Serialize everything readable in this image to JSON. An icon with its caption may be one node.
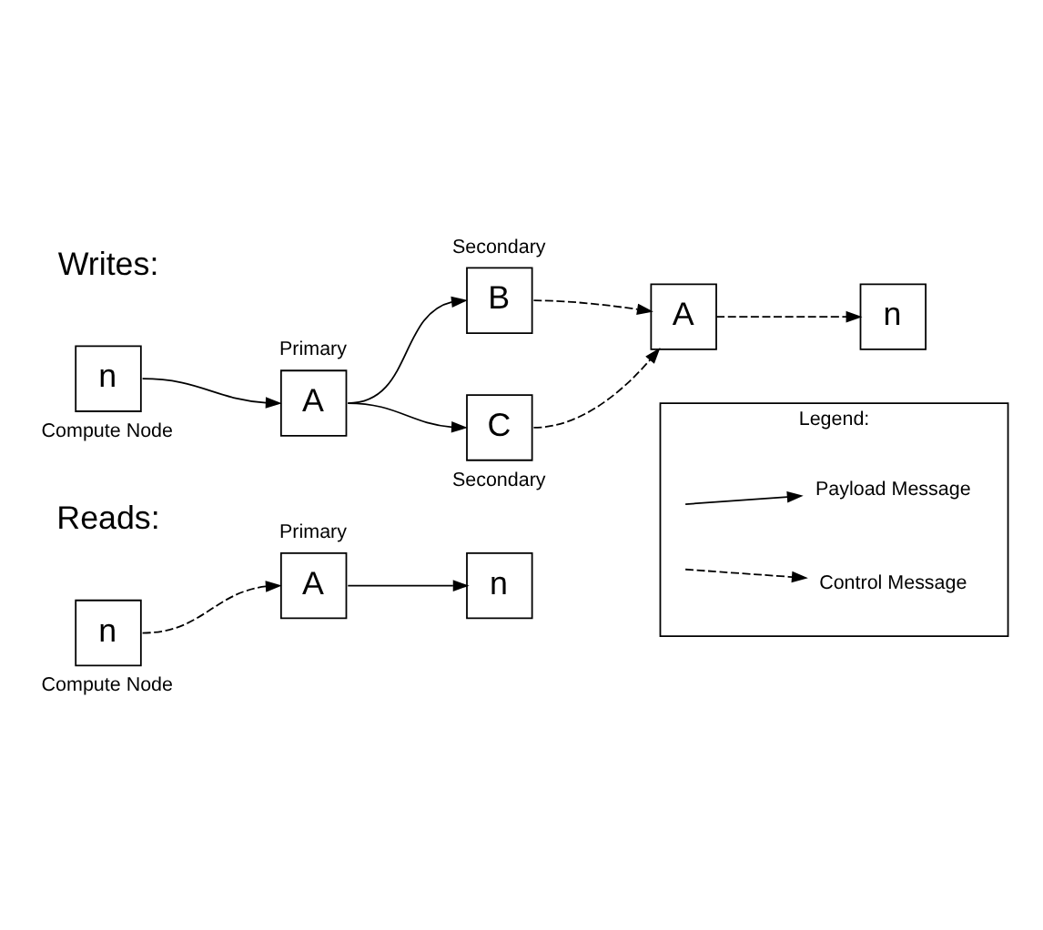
{
  "diagram": {
    "nodes": [
      {
        "text": [
          "n"
        ],
        "beside": [
          "Compute Node"
        ]
      },
      {
        "text": [
          "A"
        ],
        "beside": [
          "Primary"
        ]
      },
      {
        "text": [
          "B"
        ],
        "beside": [
          "Secondary"
        ]
      },
      {
        "text": [
          "C"
        ],
        "beside": [
          "Secondary"
        ]
      },
      {
        "text": [
          "A"
        ]
      },
      {
        "text": [
          "n"
        ]
      },
      {
        "text": [
          "n"
        ],
        "beside": [
          "Compute Node"
        ]
      },
      {
        "text": [
          "A"
        ],
        "beside": [
          "Primary"
        ]
      },
      {
        "text": [
          "n"
        ]
      },
      {
        "text": [
          "Legend:"
        ]
      }
    ],
    "edges": [
      {
        "from": 0,
        "to": 1,
        "arrow": "to"
      },
      {
        "from": 1,
        "to": 2,
        "arrow": "to"
      },
      {
        "from": 1,
        "to": 3,
        "arrow": "to"
      },
      {
        "from": 2,
        "to": 4,
        "arrow": "to",
        "style": "dashed"
      },
      {
        "from": 3,
        "to": 4,
        "arrow": "to",
        "style": "dashed"
      },
      {
        "from": 4,
        "to": 5,
        "arrow": "to",
        "style": "dashed"
      },
      {
        "from": 6,
        "to": 7,
        "arrow": "to",
        "style": "dashed"
      },
      {
        "from": 7,
        "to": 8,
        "arrow": "to"
      }
    ],
    "labels": [
      "Writes:",
      "Reads:"
    ],
    "legend": [
      {
        "text": "Payload Message"
      },
      {
        "text": "Control Message"
      }
    ]
  }
}
